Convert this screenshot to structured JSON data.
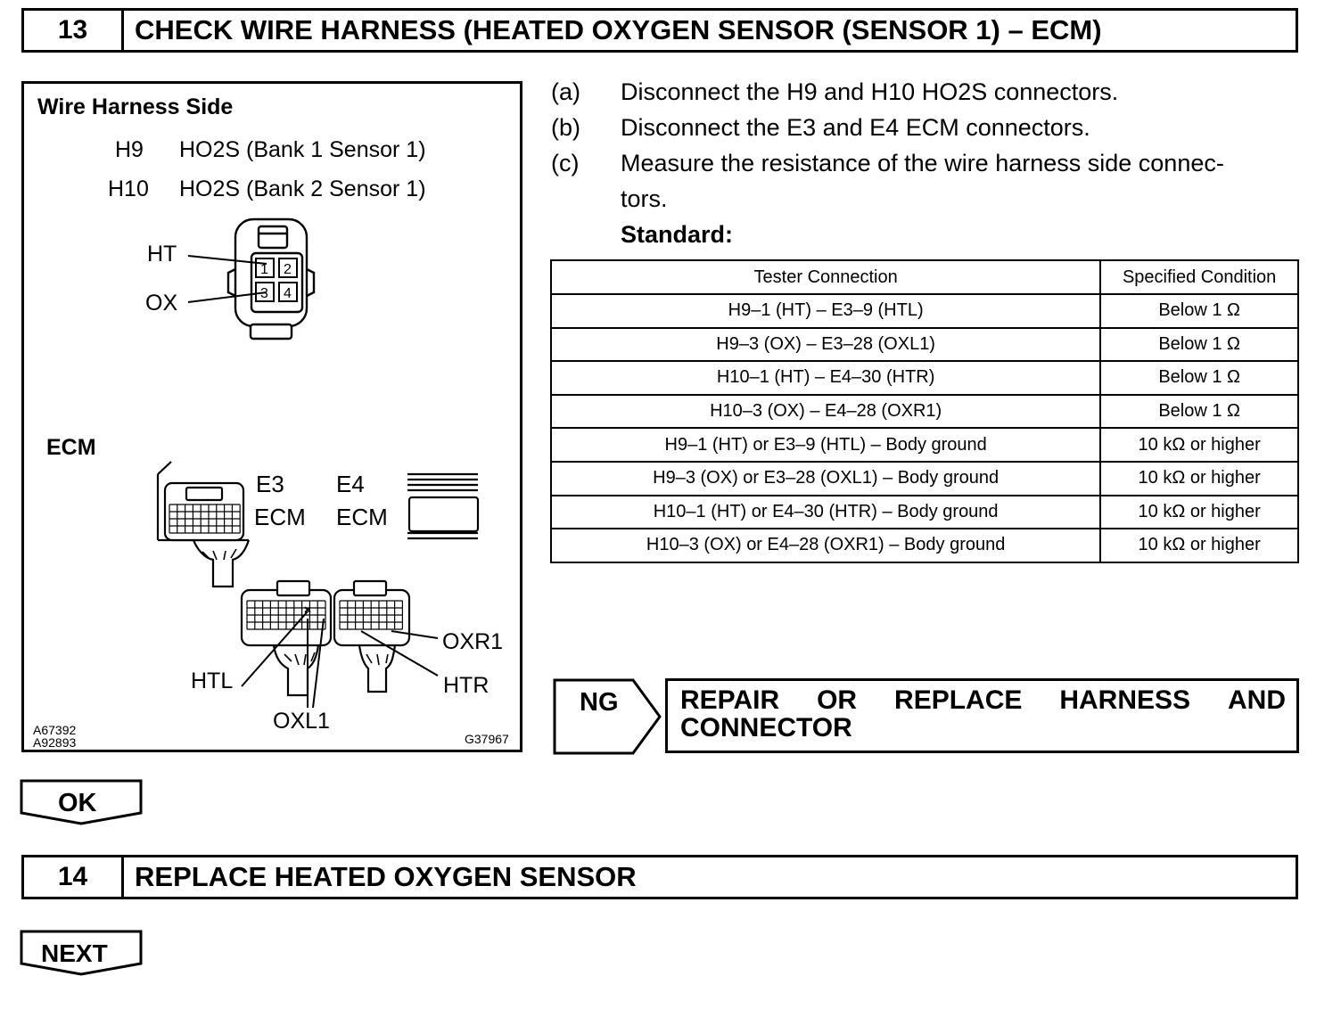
{
  "step13": {
    "number": "13",
    "title": "CHECK WIRE HARNESS (HEATED OXYGEN SENSOR (SENSOR 1) – ECM)"
  },
  "figure": {
    "heading": "Wire Harness Side",
    "connectors": [
      {
        "id": "H9",
        "desc": "HO2S (Bank 1 Sensor 1)"
      },
      {
        "id": "H10",
        "desc": "HO2S (Bank 2 Sensor 1)"
      }
    ],
    "pin_numbers": [
      "1",
      "2",
      "3",
      "4"
    ],
    "ht_label": "HT",
    "ox_label": "OX",
    "ecm_label": "ECM",
    "e3_label": "E3",
    "e4_label": "E4",
    "ecm_sub1": "ECM",
    "ecm_sub2": "ECM",
    "oxr1_label": "OXR1",
    "htl_label": "HTL",
    "htr_label": "HTR",
    "oxl1_label": "OXL1",
    "code1": "A67392",
    "code2": "A92893",
    "code3": "G37967"
  },
  "instructions": [
    {
      "label": "(a)",
      "text": "Disconnect the H9 and H10 HO2S connectors."
    },
    {
      "label": "(b)",
      "text": "Disconnect the E3 and E4 ECM connectors."
    },
    {
      "label": "(c)",
      "text": "Measure the resistance of the wire harness side connec-",
      "cont": "tors."
    }
  ],
  "standard_label": "Standard:",
  "table": {
    "headers": [
      "Tester Connection",
      "Specified Condition"
    ],
    "rows": [
      [
        "H9–1 (HT) – E3–9 (HTL)",
        "Below 1 Ω"
      ],
      [
        "H9–3 (OX) – E3–28 (OXL1)",
        "Below 1 Ω"
      ],
      [
        "H10–1 (HT) – E4–30 (HTR)",
        "Below 1 Ω"
      ],
      [
        "H10–3 (OX) – E4–28 (OXR1)",
        "Below 1 Ω"
      ],
      [
        "H9–1 (HT) or E3–9 (HTL) – Body ground",
        "10 kΩ or higher"
      ],
      [
        "H9–3 (OX) or E3–28 (OXL1) – Body ground",
        "10 kΩ or higher"
      ],
      [
        "H10–1 (HT) or E4–30 (HTR) – Body ground",
        "10 kΩ or higher"
      ],
      [
        "H10–3 (OX) or E4–28 (OXR1) – Body ground",
        "10 kΩ or higher"
      ]
    ]
  },
  "ng": {
    "label": "NG",
    "words": [
      "REPAIR",
      "OR",
      "REPLACE",
      "HARNESS",
      "AND"
    ],
    "line2": "CONNECTOR"
  },
  "ok_label": "OK",
  "step14": {
    "number": "14",
    "title": "REPLACE HEATED OXYGEN SENSOR"
  },
  "next_label": "NEXT"
}
